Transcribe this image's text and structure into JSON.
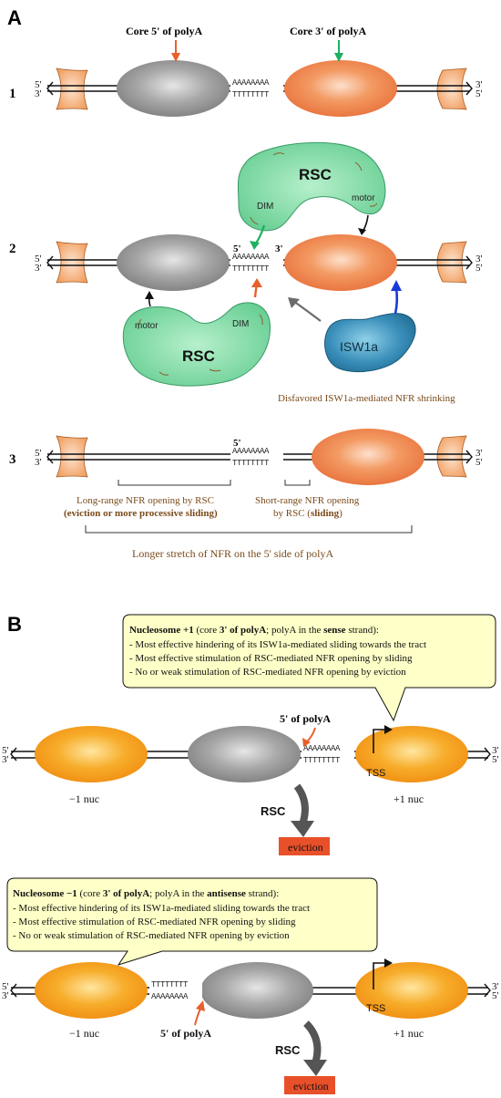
{
  "panel_a": {
    "label": "A",
    "row1": {
      "num": "1",
      "core5": "Core 5' of polyA",
      "core3": "Core 3' of polyA",
      "seqA": "AAAAAAAA",
      "seqT": "TTTTTTTT",
      "end5": "5'",
      "end3": "3'"
    },
    "row2": {
      "num": "2",
      "rsc_label": "RSC",
      "dim": "DIM",
      "motor": "motor",
      "five": "5'",
      "three": "3'",
      "seqA": "AAAAAAAA",
      "seqT": "TTTTTTTT",
      "isw": "ISW1a",
      "disfavored": "Disfavored ISW1a-mediated NFR shrinking",
      "end5": "5'",
      "end3": "3'"
    },
    "row3": {
      "num": "3",
      "five": "5'",
      "seqA": "AAAAAAAA",
      "seqT": "TTTTTTTT",
      "long_range_1": "Long-range NFR opening by RSC",
      "long_range_2": "(eviction or more processive sliding)",
      "short_range_1": "Short-range NFR opening",
      "short_range_2a": "by RSC (",
      "short_range_2b": "sliding",
      "short_range_2c": ")",
      "longer": "Longer stretch of NFR on the 5' side of polyA",
      "end5": "5'",
      "end3": "3'"
    }
  },
  "panel_b": {
    "label": "B",
    "box1": {
      "title_b1": "Nucleosome +1",
      "title_n1": " (core ",
      "title_b2": "3' of polyA",
      "title_n2": "; polyA in the ",
      "title_b3": "sense",
      "title_n3": " strand):",
      "lines": [
        "- Most effective hindering of its ISW1a-mediated sliding towards the tract",
        "- Most effective stimulation of RSC-mediated NFR opening by sliding",
        "- No or weak stimulation of RSC-mediated NFR opening by eviction"
      ]
    },
    "row1": {
      "five_of_polya": "5' of polyA",
      "seqA": "AAAAAAAA",
      "seqT": "TTTTTTTT",
      "tss": "TSS",
      "minus1": "−1 nuc",
      "plus1": "+1 nuc",
      "rsc": "RSC",
      "eviction": "eviction",
      "end5": "5'",
      "end3": "3'"
    },
    "box2": {
      "title_b1": "Nucleosome −1",
      "title_n1": " (core ",
      "title_b2": "3' of polyA",
      "title_n2": "; polyA in the ",
      "title_b3": "antisense",
      "title_n3": " strand):",
      "lines": [
        "- Most effective hindering of its ISW1a-mediated sliding towards the tract",
        "- Most effective stimulation of RSC-mediated NFR opening by sliding",
        "- No or weak stimulation of RSC-mediated NFR opening by eviction"
      ]
    },
    "row2": {
      "five_of_polya": "5' of polyA",
      "seqT": "TTTTTTTT",
      "seqA": "AAAAAAAA",
      "tss": "TSS",
      "minus1": "−1 nuc",
      "plus1": "+1 nuc",
      "rsc": "RSC",
      "eviction": "eviction",
      "end5": "5'",
      "end3": "3'"
    }
  },
  "colors": {
    "orange_nuc": "#f08a4b",
    "gray_nuc": "#9a9a9a",
    "rsc_green": "#6ed09b",
    "isw_blue": "#2f7fa8",
    "gold_nuc": "#f5a21a",
    "callout": "#ffffc8",
    "eviction": "#e8502a"
  }
}
